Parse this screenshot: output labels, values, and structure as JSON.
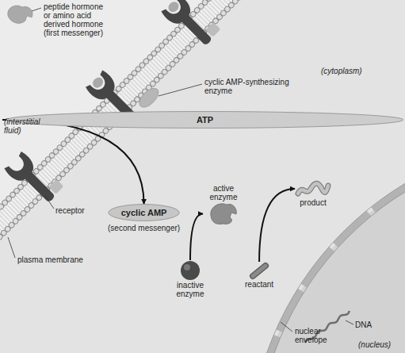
{
  "diagram": {
    "nodes": [
      {
        "text": [
          "ATP"
        ]
      },
      {
        "text": [
          "cyclic AMP",
          "(second messenger)"
        ]
      },
      {
        "text": [
          "active enzyme"
        ]
      },
      {
        "text": [
          "inactive enzyme"
        ]
      },
      {
        "text": [
          "reactant"
        ]
      },
      {
        "text": [
          "product"
        ]
      }
    ],
    "edges": [
      {
        "from": 0,
        "to": 1,
        "arrow": "to"
      },
      {
        "from": 3,
        "to": 2,
        "arrow": "to"
      },
      {
        "from": 4,
        "to": 5,
        "arrow": "to"
      }
    ],
    "labels": [
      "peptide hormone or amino acid derived hormone (first messenger)",
      "cyclic AMP-synthesizing enzyme",
      "(cytoplasm)",
      "(interstitial fluid)",
      "receptor",
      "plasma membrane",
      "DNA",
      "nuclear envelope",
      "(nucleus)"
    ]
  }
}
